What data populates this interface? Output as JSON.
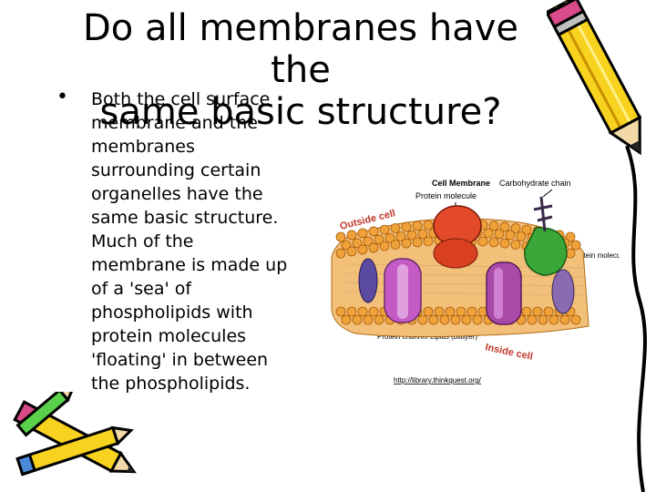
{
  "slide": {
    "title_lines": [
      "Do all membranes have the",
      "same basic structure?"
    ],
    "bullet_lines": [
      "Both the cell surface",
      "membrane and the",
      "membranes",
      "surrounding certain",
      "organelles have the",
      "same basic structure.",
      "Much of the",
      "membrane is made up",
      "of a 'sea' of",
      "phospholipids with",
      "protein molecules",
      "'floating' in between",
      "the phospholipids."
    ]
  },
  "diagram": {
    "heading": "Cell Membrane",
    "labels": {
      "protein_molecule": "Protein molecule",
      "carbohydrate_chain": "Carbohydrate chain",
      "outside_cell": "Outside cell",
      "protein_molecules": "Protein molecules",
      "protein_channel": "Protein channel",
      "lipids_bilayer": "Lipids (bilayer)",
      "inside_cell": "Inside cell",
      "url": "http://library.thinkquest.org/"
    }
  },
  "colors": {
    "lipid_heads": "#f0a23a",
    "pink_protein": "#c45bc4",
    "green_protein": "#3aa838",
    "red_protein": "#e24a2a"
  }
}
